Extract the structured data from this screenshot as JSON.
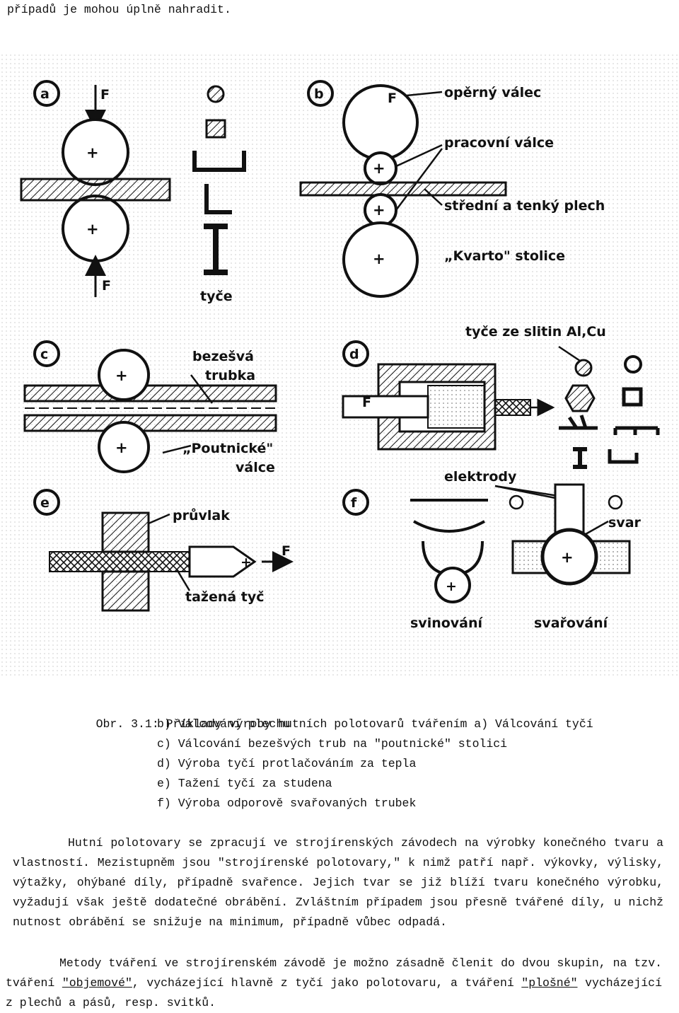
{
  "top_line": "případů je mohou úplně nahradit.",
  "figure": {
    "panels": {
      "a": {
        "letter": "a",
        "force_top": "F",
        "force_bottom": "F",
        "bars_label": "tyče"
      },
      "b": {
        "letter": "b",
        "force": "F",
        "label_backup": "opěrný válec",
        "label_work": "pracovní válce",
        "label_sheet": "střední a tenký plech",
        "label_mill": "„Kvarto\" stolice"
      },
      "c": {
        "letter": "c",
        "label_tube": "bezešvá\ntrubka",
        "label_tube_1": "bezešvá",
        "label_tube_2": "trubka",
        "label_rolls_1": "„Poutnické\"",
        "label_rolls_2": "válce"
      },
      "d": {
        "letter": "d",
        "force": "F",
        "label_alloy": "tyče ze slitin Al,Cu"
      },
      "e": {
        "letter": "e",
        "label_die": "průvlak",
        "label_rod": "tažená tyč",
        "force": "F"
      },
      "f": {
        "letter": "f",
        "label_electrodes": "elektrody",
        "label_weld": "svar",
        "label_coiling": "svinování",
        "label_welding": "svařování"
      }
    }
  },
  "caption": {
    "prefix": "Obr. 3.1: ",
    "items": [
      "Příklady výroby hutních polotovarů tvářením a) Válcování tyčí",
      "b) Válcování plechu",
      "c) Válcování bezešvých trub na \"poutnické\" stolici",
      "d) Výroba tyčí protlačováním za tepla",
      "e) Tažení tyčí za studena",
      "f) Výroba odporově svařovaných trubek"
    ]
  },
  "paragraph1": "Hutní polotovary se zpracují ve strojírenských závodech na výrobky konečného tvaru a vlastností. Mezistupněm jsou \"strojírenské polotovary,\" k nimž patří např. výkovky, výlisky, výtažky, ohýbané díly, případně svařence. Jejich tvar se již blíží tvaru konečného výrobku, vyžadují však ještě dodatečné obrábění. Zvláštním případem jsou přesně tvářené díly, u nichž nutnost obrábění se snižuje na minimum, případně vůbec odpadá.",
  "paragraph2": {
    "part1": "Metody tváření ve strojírenském závodě je možno zásadně členit do dvou skupin, na tzv. tváření ",
    "link1": "\"objemové\"",
    "part2": ", vycházející hlavně z tyčí jako polotovaru, a tváření ",
    "link2": "\"plošné\"",
    "part3": " vycházející z plechů a pásů, resp. svitků."
  }
}
